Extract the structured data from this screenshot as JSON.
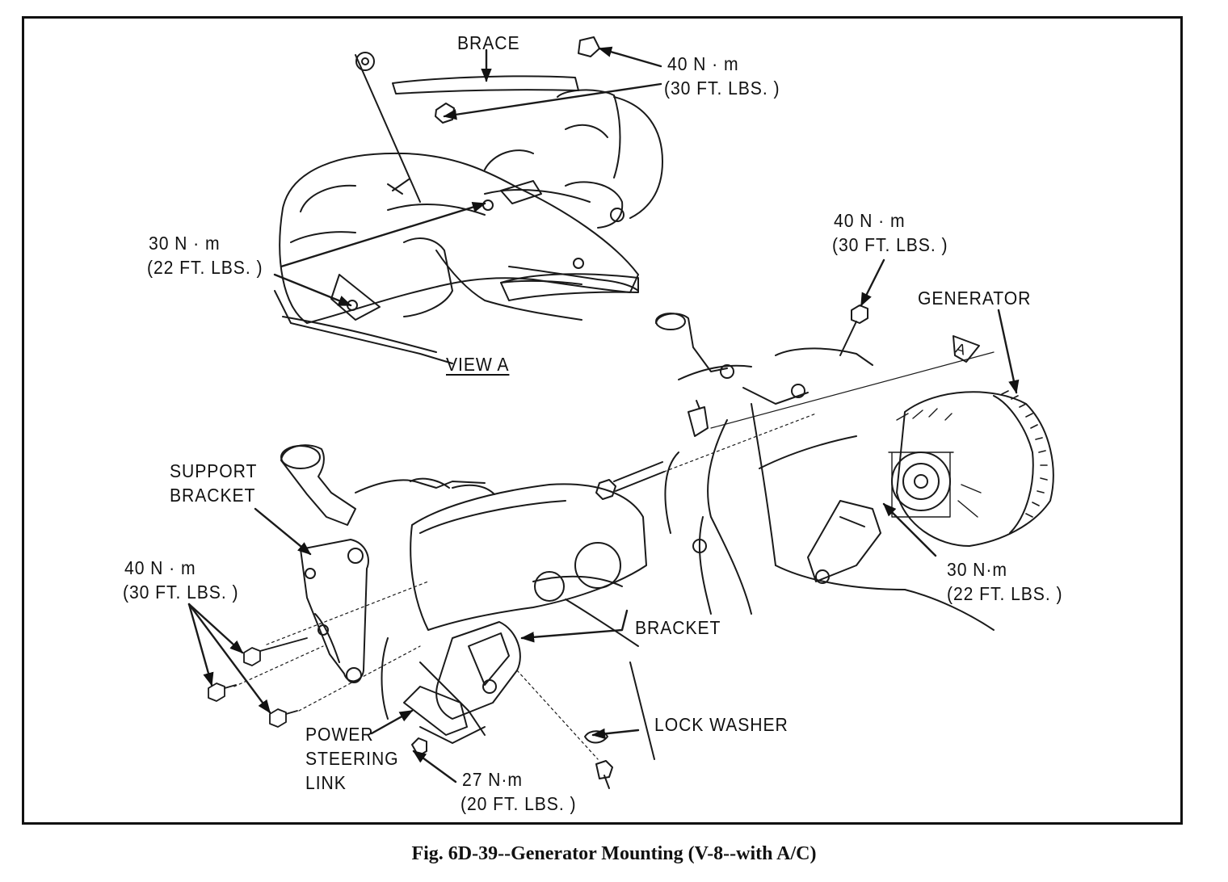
{
  "figure": {
    "caption": "Fig. 6D-39--Generator Mounting (V-8--with A/C)"
  },
  "labels": {
    "brace": "BRACE",
    "torque_top_nm": "40 N · m",
    "torque_top_ft": "(30 FT. LBS. )",
    "view_a_torque_nm": "30 N · m",
    "view_a_torque_ft": "(22 FT. LBS. )",
    "view_a": "VIEW A",
    "right_torque_nm": "40 N · m",
    "right_torque_ft": "(30 FT. LBS. )",
    "generator": "GENERATOR",
    "view_marker": "A",
    "support_line1": "SUPPORT",
    "support_line2": "BRACKET",
    "left_torque_nm": "40 N · m",
    "left_torque_ft": "(30 FT. LBS. )",
    "gen_torque_nm": "30 N·m",
    "gen_torque_ft": "(22 FT. LBS. )",
    "bracket": "BRACKET",
    "lock_washer": "LOCK WASHER",
    "ps_line1": "POWER",
    "ps_line2": "STEERING",
    "ps_line3": "LINK",
    "bottom_torque_nm": "27 N·m",
    "bottom_torque_ft": "(20 FT. LBS. )"
  }
}
